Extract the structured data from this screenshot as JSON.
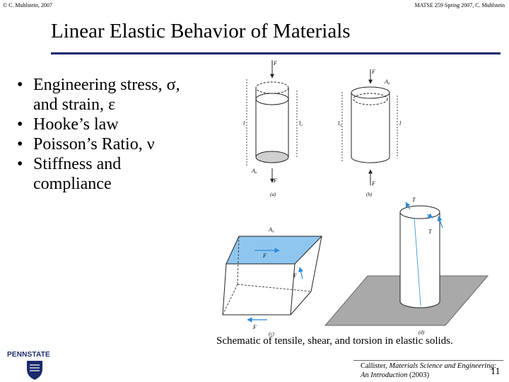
{
  "header": {
    "left": "© C. Muhlstein, 2007",
    "right": "MATSE 259 Spring 2007, C. Muhlstein"
  },
  "title": "Linear Elastic Behavior of Materials",
  "bullets": [
    {
      "symbol": "•",
      "line1": "Engineering stress, σ,",
      "line2": "and strain, ε"
    },
    {
      "symbol": "•",
      "line1": "Hooke’s law"
    },
    {
      "symbol": "•",
      "line1": "Poisson’s Ratio, ν"
    },
    {
      "symbol": "•",
      "line1": "Stiffness and",
      "line2": "compliance"
    }
  ],
  "figure": {
    "labels": {
      "a": "(a)",
      "b": "(b)",
      "c": "(c)",
      "d": "(d)",
      "F": "F",
      "A0": "A₀",
      "l": "l",
      "l0": "l₀",
      "T": "T"
    },
    "colors": {
      "shear_plane": "#8fc6ef",
      "arrows": "#2a8ad6",
      "ground": "#a9a9a9"
    }
  },
  "caption": "Schematic of tensile, shear, and torsion in elastic solids.",
  "logo": {
    "name": "PENNSTATE",
    "icon": "shield-icon"
  },
  "citation": {
    "author": "Callister, ",
    "title1": "Materials Science and Engineering:",
    "title2": "An Introduction",
    "year": " (2003)"
  },
  "page_number": "11"
}
